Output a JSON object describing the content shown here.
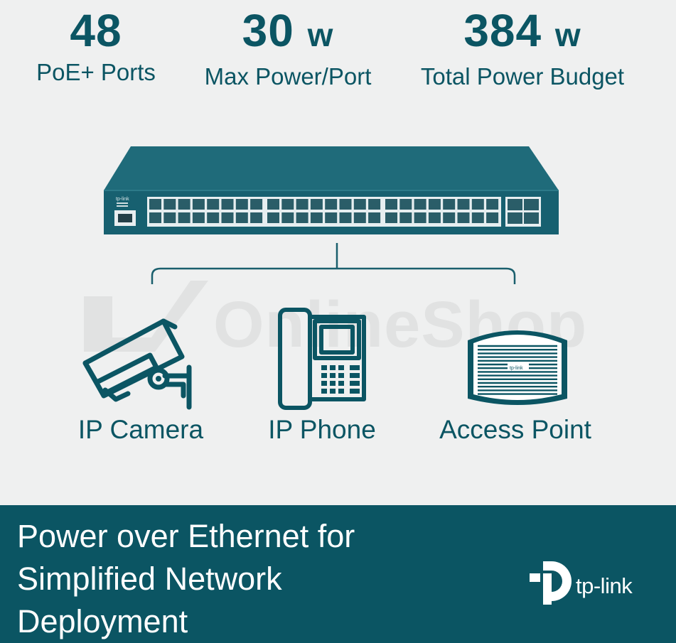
{
  "stats": [
    {
      "value": "48",
      "unit": "",
      "label": "PoE+ Ports"
    },
    {
      "value": "30",
      "unit": "w",
      "label": "Max Power/Port"
    },
    {
      "value": "384",
      "unit": "w",
      "label": "Total Power Budget"
    }
  ],
  "watermark": "OnlineShop",
  "devices": {
    "camera": "IP Camera",
    "phone": "IP Phone",
    "access_point": "Access Point"
  },
  "banner": {
    "line1": "Power over Ethernet for",
    "line2": "Simplified Network",
    "line3": "Deployment"
  },
  "brand": "tp-link",
  "switch_brand": "tp-link",
  "colors": {
    "brand_teal": "#0b5563",
    "switch_body": "#1c6675",
    "background": "#eff0f0"
  },
  "icons": [
    "network-switch-icon",
    "ip-camera-icon",
    "ip-phone-icon",
    "access-point-icon",
    "tplink-logo-icon"
  ]
}
